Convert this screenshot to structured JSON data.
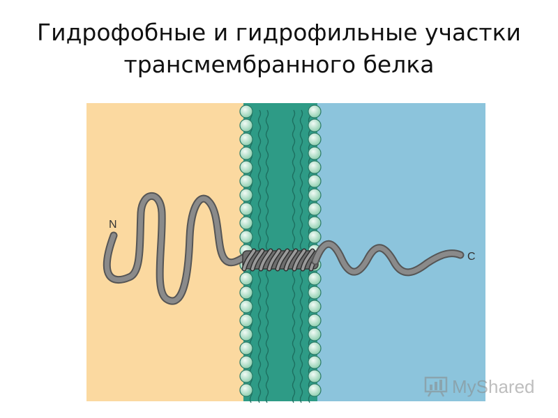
{
  "title": {
    "line1": "Гидрофобные и гидрофильные участки",
    "line2": "трансмембранного белка"
  },
  "diagram": {
    "left_region_color": "#fbd9a0",
    "right_region_color": "#8cc4dc",
    "membrane_color": "#2e9b86",
    "head_color": "#c9ecd9",
    "chain_color": "#7d7d7d",
    "label_n": "N",
    "label_c": "C"
  },
  "watermark": {
    "text": "MyShared",
    "icon": "presentation-chart-icon"
  }
}
